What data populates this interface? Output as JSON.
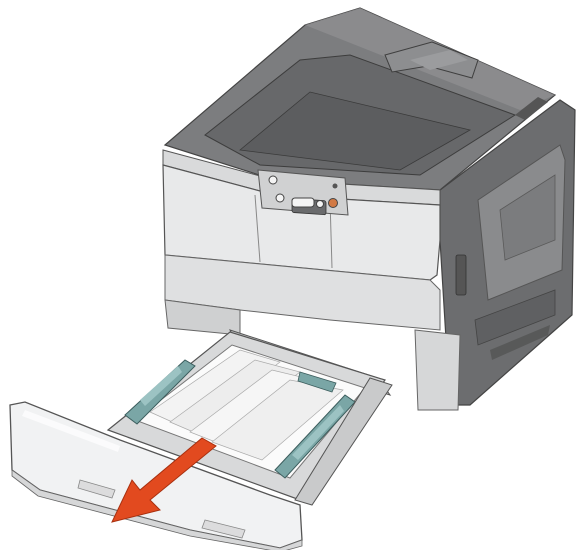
{
  "figure": {
    "subject": "printer-illustration",
    "elements": [
      "printer-body-illustration",
      "output-bin-illustration",
      "control-panel-illustration",
      "paper-tray-illustration",
      "pull-direction-arrow-icon"
    ]
  },
  "colors": {
    "housing_dark": "#6f7072",
    "housing_mid": "#8b8c8e",
    "front_light": "#e9eaeb",
    "tray_light": "#f1f2f3",
    "guide_teal": "#7aa6a6",
    "indicator_orange": "#d27a45",
    "arrow_red": "#e24a1f"
  },
  "pull_direction": "down-left"
}
